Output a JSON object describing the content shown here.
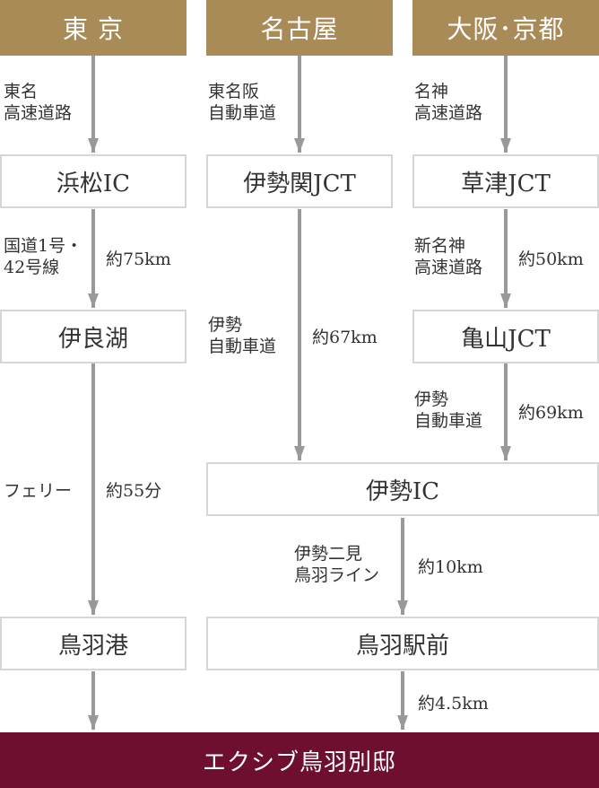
{
  "colors": {
    "header": "#a88b57",
    "footer": "#6f0f2f",
    "arrow": "#999999",
    "box_border": "#d6d6d6"
  },
  "headers": {
    "tokyo": "東 京",
    "nagoya": "名古屋",
    "osaka": "大阪･京都"
  },
  "boxes": {
    "hamamatsu": "浜松IC",
    "irago": "伊良湖",
    "toba_port": "鳥羽港",
    "ise_seki": "伊勢関JCT",
    "kusatsu": "草津JCT",
    "kameyama": "亀山JCT",
    "ise_ic": "伊勢IC",
    "toba_station": "鳥羽駅前"
  },
  "routes": {
    "tomei": [
      "東名",
      "高速道路"
    ],
    "national": [
      "国道1号・",
      "42号線"
    ],
    "ferry": [
      "フェリー"
    ],
    "higashi_meihan": [
      "東名阪",
      "自動車道"
    ],
    "ise_exp_nagoya": [
      "伊勢",
      "自動車道"
    ],
    "meishin": [
      "名神",
      "高速道路"
    ],
    "shin_meishin": [
      "新名神",
      "高速道路"
    ],
    "ise_exp_osaka": [
      "伊勢",
      "自動車道"
    ],
    "futami": [
      "伊勢二見",
      "鳥羽ライン"
    ]
  },
  "distances": {
    "national": "約75km",
    "ferry": "約55分",
    "ise_exp_nagoya": "約67km",
    "shin_meishin": "約50km",
    "ise_exp_osaka": "約69km",
    "futami": "約10km",
    "final": "約4.5km"
  },
  "footer": {
    "destination": "エクシブ鳥羽別邸"
  }
}
